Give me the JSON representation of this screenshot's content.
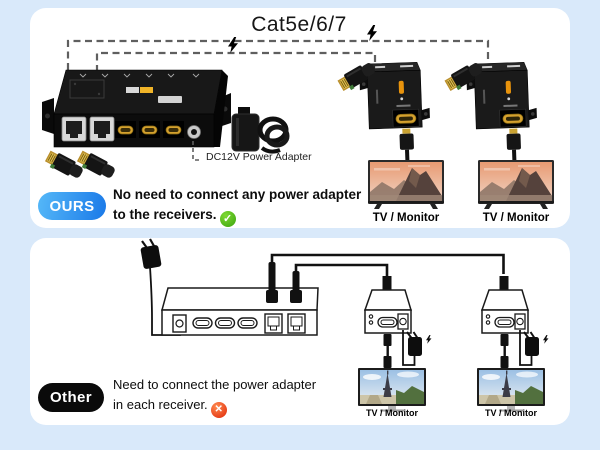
{
  "colors": {
    "page_bg": "#d9e9fa",
    "panel_bg": "#ffffff",
    "ours_badge_gradient_start": "#55b8f8",
    "ours_badge_gradient_end": "#1a79e8",
    "other_badge": "#0a0a0a",
    "check_green": "#3aa30f",
    "cross_red": "#de2607",
    "dashed_line_gray": "#5f5f5f",
    "hdmi_gold": "#d4a12f",
    "cable_black": "#111111"
  },
  "top_panel": {
    "title": "Cat5e/6/7",
    "power_adapter_label": "DC12V Power Adapter",
    "badge_label": "OURS",
    "claim_line1": "No need to connect any power adapter",
    "claim_line2": "to the receivers.",
    "check_glyph": "✓",
    "tv_labels": [
      "TV / Monitor",
      "TV / Monitor"
    ]
  },
  "bottom_panel": {
    "badge_label": "Other",
    "claim_line1": "Need to connect the power adapter",
    "claim_line2": "in each receiver.",
    "cross_glyph": "✕",
    "tv_labels": [
      "TV / Monitor",
      "TV / Monitor"
    ]
  }
}
